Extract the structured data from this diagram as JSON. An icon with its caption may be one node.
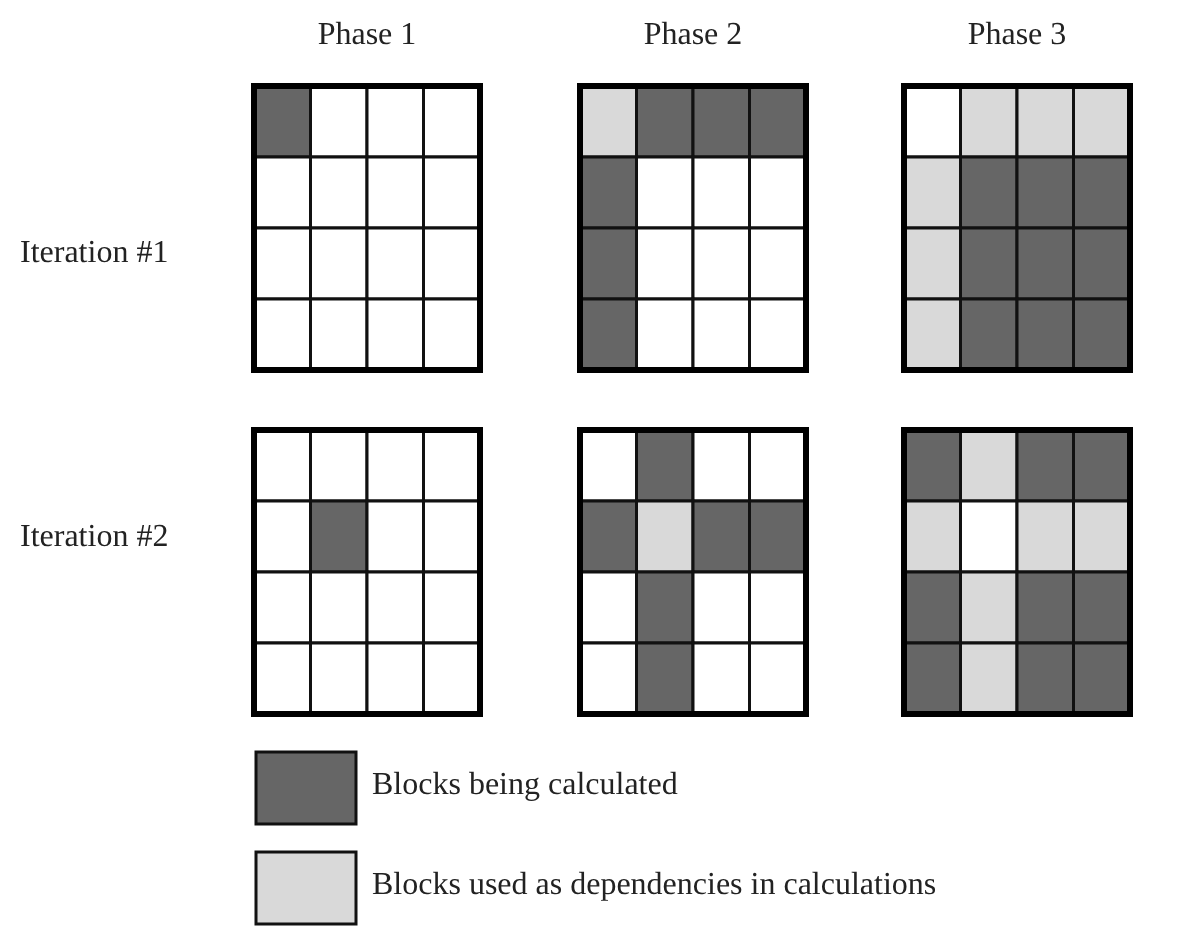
{
  "diagram": {
    "labels": [
      "Phase 1",
      "Phase 2",
      "Phase 3",
      "Iteration #1",
      "Iteration #2"
    ],
    "legend": [
      {
        "text": "Blocks being calculated",
        "color": "#666666"
      },
      {
        "text": "Blocks used as dependencies in calculations",
        "color": "#d9d9d9"
      }
    ]
  }
}
